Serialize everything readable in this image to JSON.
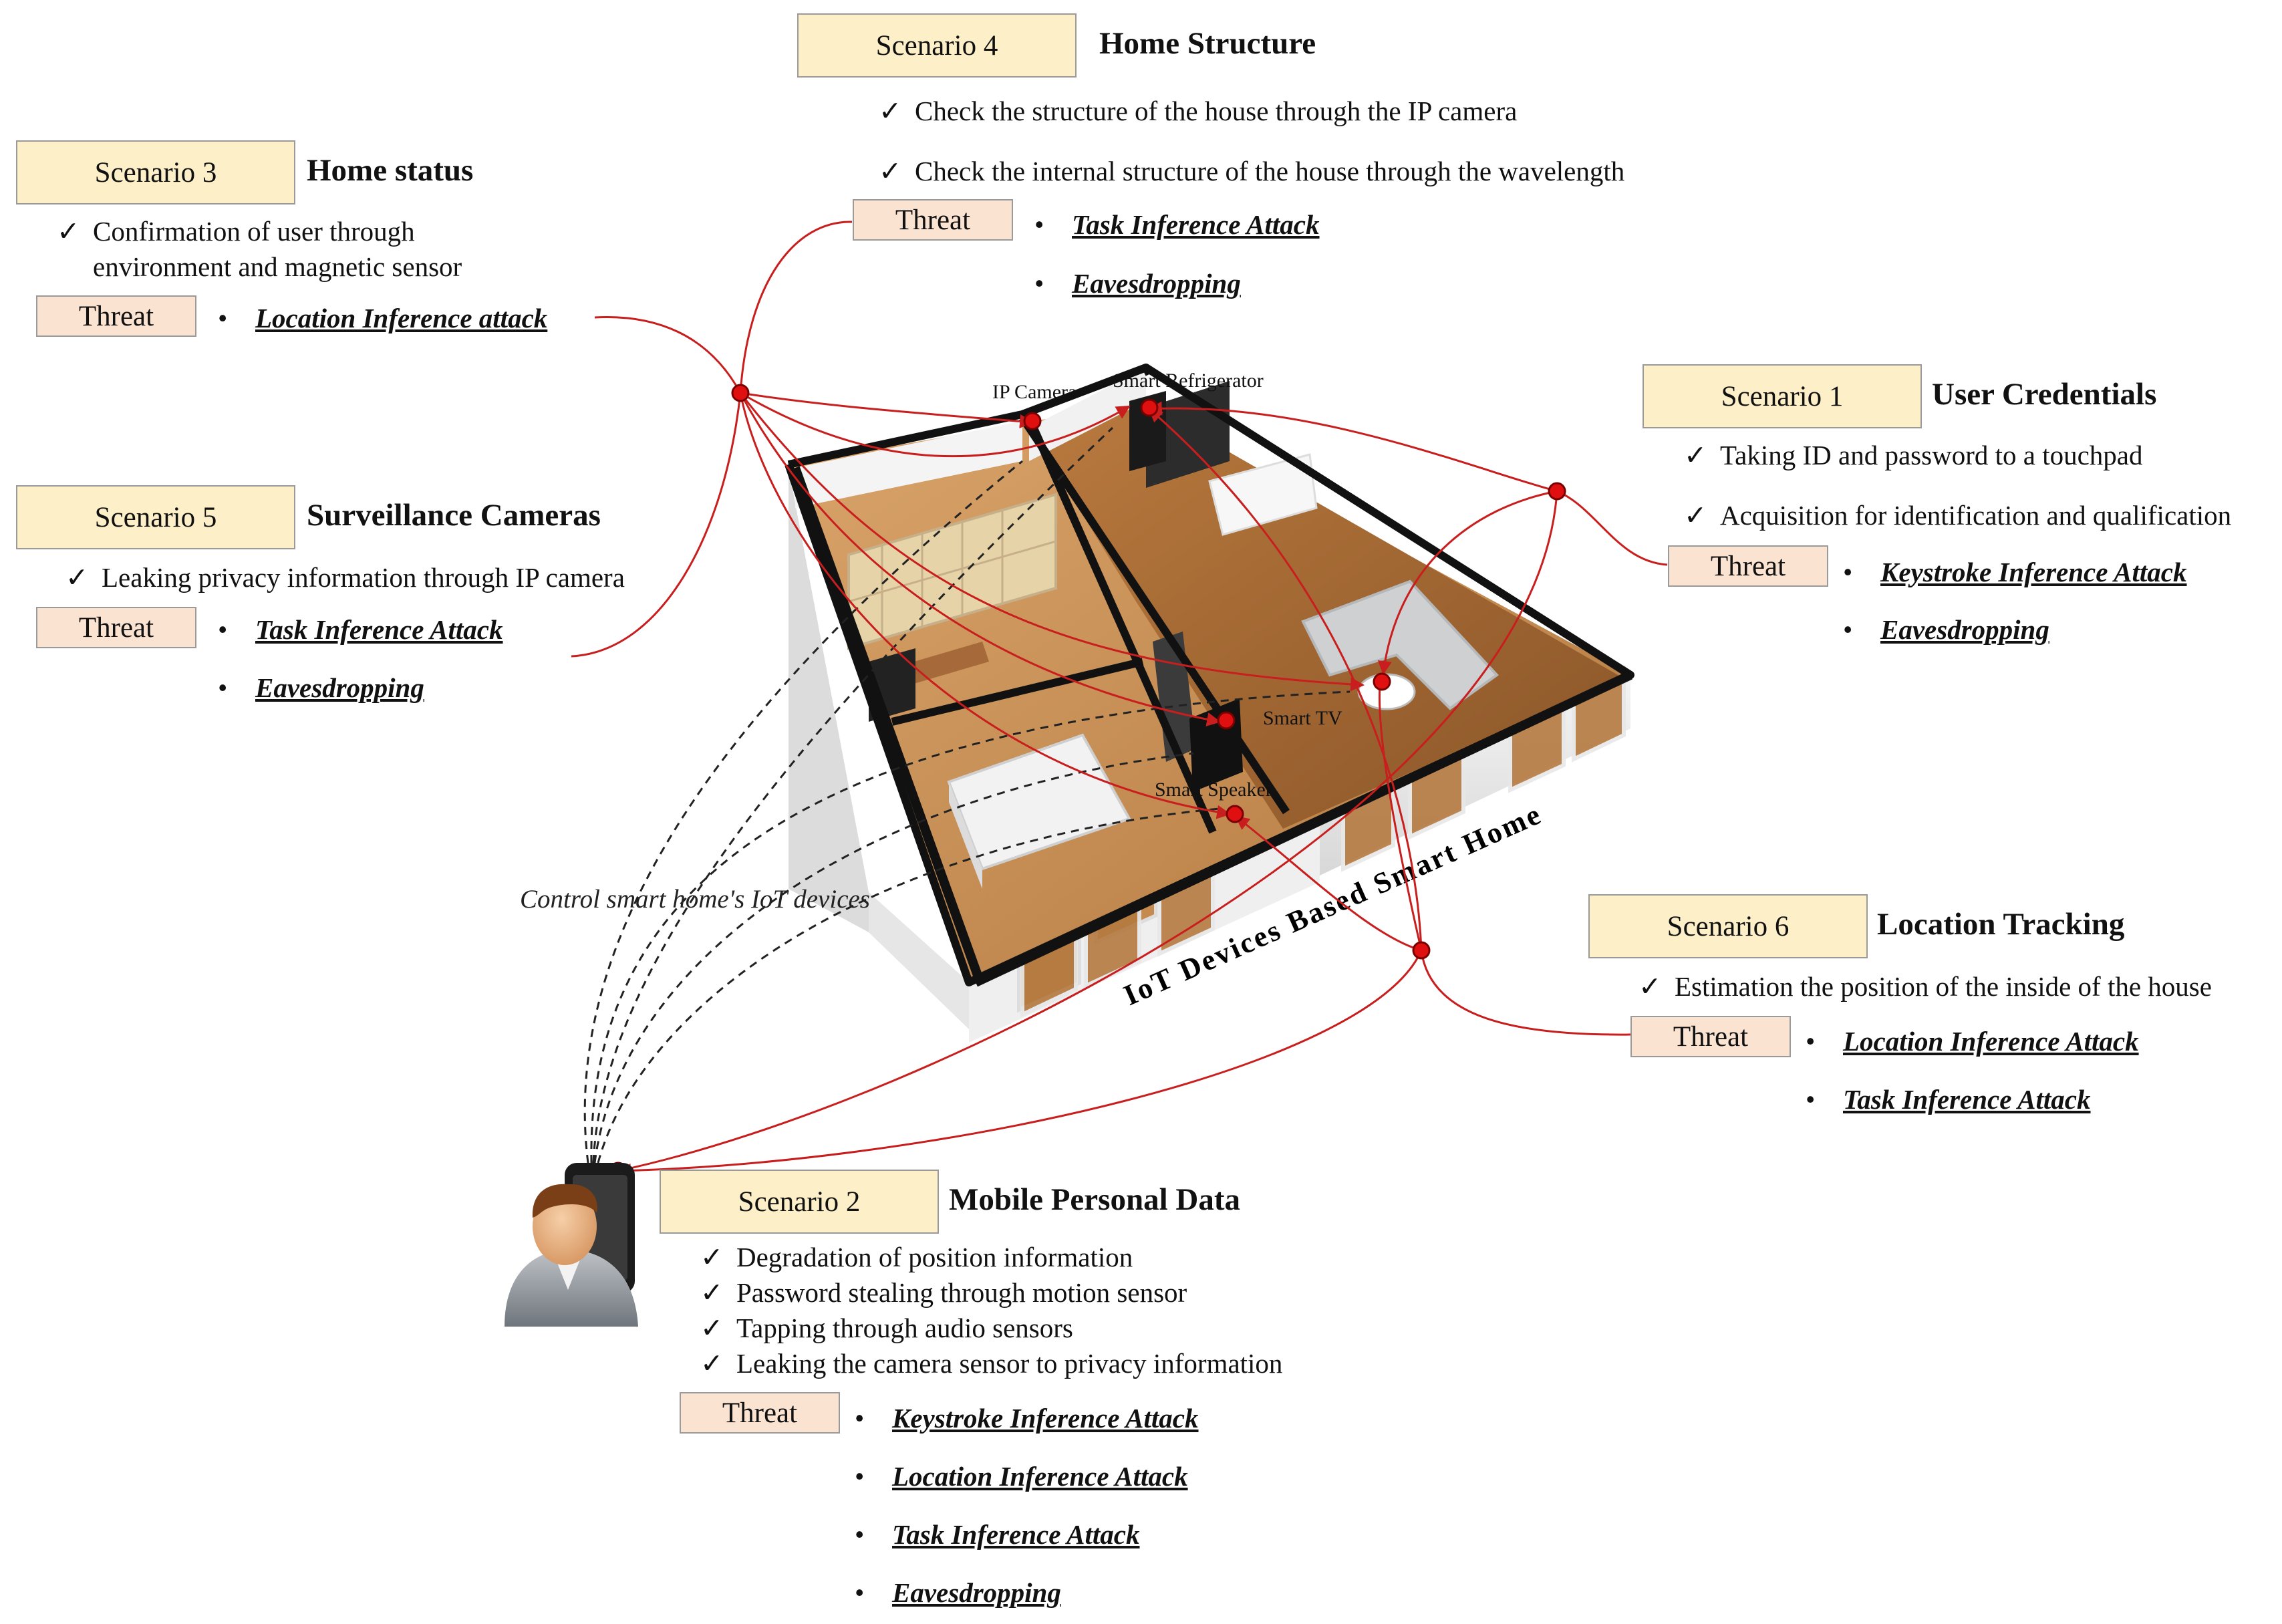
{
  "scenarios": {
    "s1": {
      "badge": "Scenario 1",
      "title": "User Credentials",
      "checks": [
        "Taking ID and password to a touchpad",
        "Acquisition for identification and qualification"
      ],
      "threat_label": "Threat",
      "threats": [
        "Keystroke Inference Attack",
        "Eavesdropping"
      ]
    },
    "s2": {
      "badge": "Scenario 2",
      "title": "Mobile Personal Data",
      "checks": [
        "Degradation of position information",
        "Password stealing through motion sensor",
        "Tapping through audio sensors",
        "Leaking the camera sensor to privacy information"
      ],
      "threat_label": "Threat",
      "threats": [
        "Keystroke Inference Attack",
        "Location Inference Attack",
        "Task Inference Attack",
        "Eavesdropping"
      ]
    },
    "s3": {
      "badge": "Scenario 3",
      "title": "Home status",
      "checks": [
        "Confirmation of user through",
        "environment and magnetic sensor"
      ],
      "threat_label": "Threat",
      "threats": [
        "Location Inference attack"
      ]
    },
    "s4": {
      "badge": "Scenario 4",
      "title": "Home Structure",
      "checks": [
        "Check the structure of the house through the IP camera",
        "Check the internal structure of the house through the wavelength"
      ],
      "threat_label": "Threat",
      "threats": [
        "Task Inference Attack",
        "Eavesdropping"
      ]
    },
    "s5": {
      "badge": "Scenario 5",
      "title": "Surveillance Cameras",
      "checks": [
        "Leaking privacy information through IP camera"
      ],
      "threat_label": "Threat",
      "threats": [
        "Task Inference Attack",
        "Eavesdropping"
      ]
    },
    "s6": {
      "badge": "Scenario 6",
      "title": "Location Tracking",
      "checks": [
        "Estimation the position of the inside of the house"
      ],
      "threat_label": "Threat",
      "threats": [
        "Location Inference Attack",
        "Task Inference Attack"
      ]
    }
  },
  "devices": {
    "ip_camera": "IP Camera",
    "smart_refrigerator": "Smart Refrigerator",
    "smart_tv": "Smart TV",
    "smart_speaker": "Smart Speaker"
  },
  "house_caption": "IoT Devices  Based Smart Home",
  "control_caption": "Control smart home's IoT devices",
  "icons": {
    "check": "check-mark-icon",
    "bullet": "bullet-icon",
    "user": "user-icon",
    "phone": "smartphone-icon"
  },
  "colors": {
    "badge_fill": "#fdf0c9",
    "threat_fill": "#fbe3d2",
    "link_red": "#c81e1e",
    "node_red": "#e01010"
  }
}
